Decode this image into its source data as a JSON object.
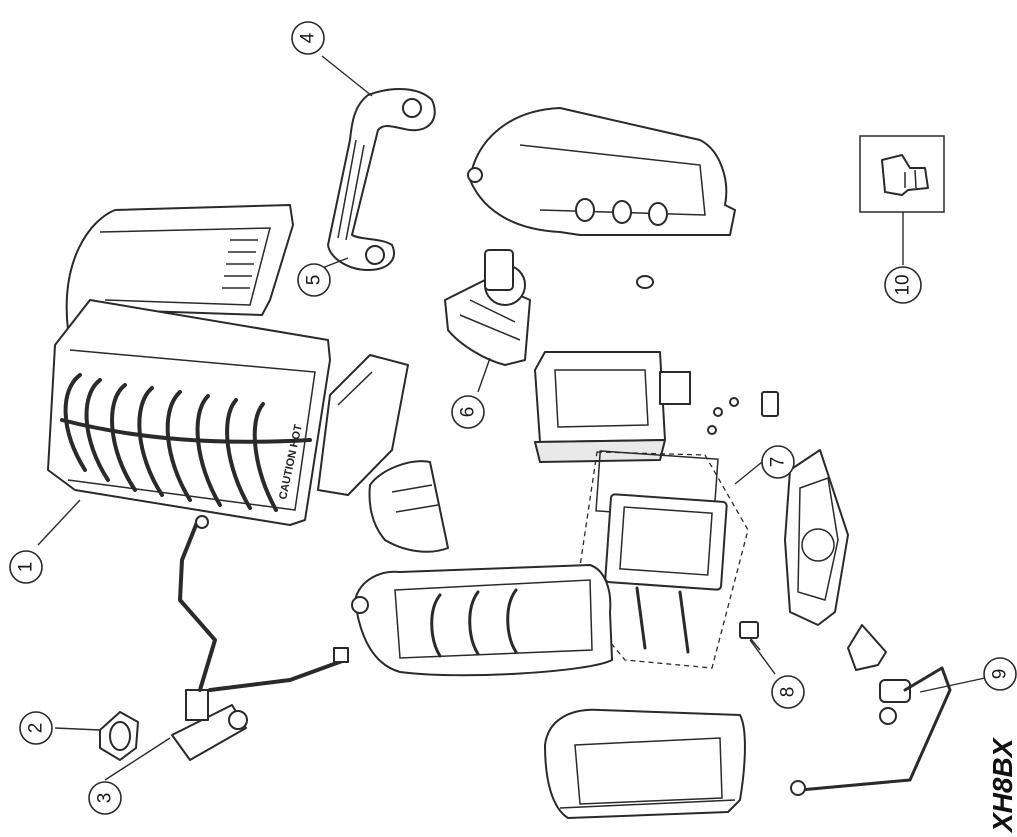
{
  "diagram": {
    "callouts": [
      {
        "id": 1,
        "label": "1"
      },
      {
        "id": 2,
        "label": "2"
      },
      {
        "id": 3,
        "label": "3"
      },
      {
        "id": 4,
        "label": "4"
      },
      {
        "id": 5,
        "label": "5"
      },
      {
        "id": 6,
        "label": "6"
      },
      {
        "id": 7,
        "label": "7"
      },
      {
        "id": 8,
        "label": "8"
      },
      {
        "id": 9,
        "label": "9"
      },
      {
        "id": 10,
        "label": "10"
      }
    ],
    "drawing_code": "XH8BX",
    "guard_text": "CAUTION HOT"
  }
}
